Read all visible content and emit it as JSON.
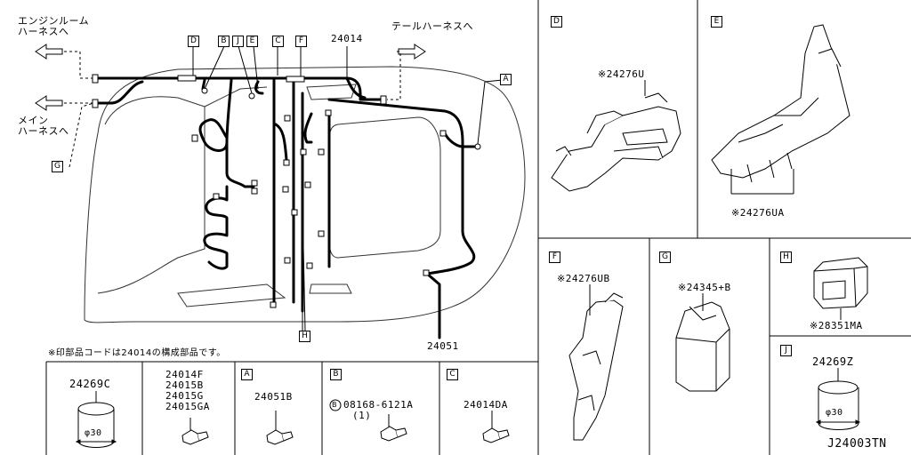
{
  "main": {
    "note_engine_room": [
      "エンジンルーム",
      "ハーネスへ"
    ],
    "note_main": [
      "メイン",
      "ハーネスへ"
    ],
    "note_tail": "テールハーネスへ",
    "callouts": [
      "D",
      "B",
      "J",
      "E",
      "C",
      "F",
      "A",
      "G"
    ],
    "part_24014": "24014",
    "part_24051": "24051",
    "footnote": "※印部品コードは24014の構成部品です。"
  },
  "panels": {
    "D": {
      "letter": "D",
      "part": "※24276U"
    },
    "E": {
      "letter": "E",
      "part": "※24276UA"
    },
    "F": {
      "letter": "F",
      "part": "※24276UB"
    },
    "G": {
      "letter": "G",
      "part": "※24345+B"
    },
    "H": {
      "letter": "H",
      "part": "※28351MA"
    },
    "J": {
      "letter": "J",
      "part": "24269Z",
      "dim": "φ30"
    }
  },
  "bottom": {
    "c1": {
      "part": "24269C",
      "dim": "φ30"
    },
    "c2": {
      "parts": [
        "24014F",
        "24015B",
        "24015G",
        "24015GA"
      ]
    },
    "A": {
      "letter": "A",
      "part": "24051B"
    },
    "B": {
      "letter": "B",
      "part": "08168-6121A",
      "qty": "(1)",
      "circle": "B"
    },
    "C": {
      "letter": "C",
      "part": "24014DA"
    }
  },
  "diagram_code": "J24003TN"
}
